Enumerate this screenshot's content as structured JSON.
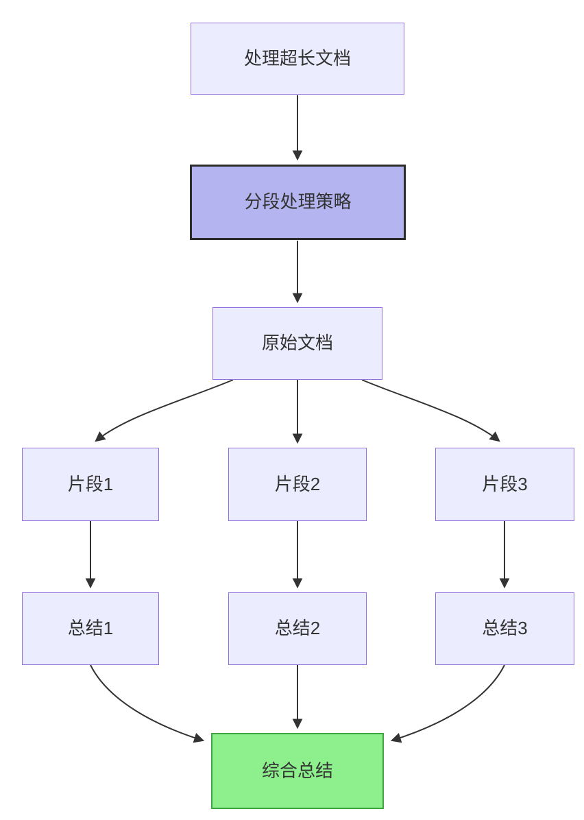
{
  "diagram": {
    "type": "flowchart",
    "direction": "top-down",
    "nodes": [
      {
        "id": "A",
        "label": "处理超长文档",
        "style": "default"
      },
      {
        "id": "B",
        "label": "分段处理策略",
        "style": "highlight"
      },
      {
        "id": "C",
        "label": "原始文档",
        "style": "default"
      },
      {
        "id": "D1",
        "label": "片段1",
        "style": "default"
      },
      {
        "id": "D2",
        "label": "片段2",
        "style": "default"
      },
      {
        "id": "D3",
        "label": "片段3",
        "style": "default"
      },
      {
        "id": "E1",
        "label": "总结1",
        "style": "default"
      },
      {
        "id": "E2",
        "label": "总结2",
        "style": "default"
      },
      {
        "id": "E3",
        "label": "总结3",
        "style": "default"
      },
      {
        "id": "F",
        "label": "综合总结",
        "style": "result"
      }
    ],
    "edges": [
      {
        "from": "处理超长文档",
        "to": "分段处理策略"
      },
      {
        "from": "分段处理策略",
        "to": "原始文档"
      },
      {
        "from": "原始文档",
        "to": "片段1"
      },
      {
        "from": "原始文档",
        "to": "片段2"
      },
      {
        "from": "原始文档",
        "to": "片段3"
      },
      {
        "from": "片段1",
        "to": "总结1"
      },
      {
        "from": "片段2",
        "to": "总结2"
      },
      {
        "from": "片段3",
        "to": "总结3"
      },
      {
        "from": "总结1",
        "to": "综合总结"
      },
      {
        "from": "总结2",
        "to": "综合总结"
      },
      {
        "from": "总结3",
        "to": "综合总结"
      }
    ],
    "colors": {
      "node_fill": "#ECECFF",
      "node_border": "#9370DB",
      "strategy_fill": "#B4B4F0",
      "strategy_border": "#2B2B2B",
      "result_fill": "#8DF08D",
      "result_border": "#3FA33F",
      "edge": "#333333",
      "text": "#333333",
      "background": "#FFFFFF"
    }
  }
}
